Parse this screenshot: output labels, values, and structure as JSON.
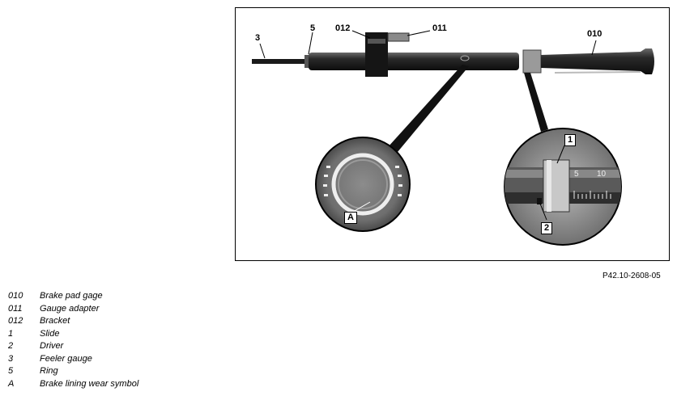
{
  "figure": {
    "callouts": {
      "feeler": "3",
      "ring": "5",
      "bracket": "012",
      "adapter": "011",
      "gage": "010",
      "slide": "1",
      "driver": "2",
      "symbol": "A"
    },
    "scale_marks": [
      "5",
      "10"
    ],
    "figure_id": "P42.10-2608-05"
  },
  "legend": [
    {
      "key": "010",
      "desc": "Brake pad gage"
    },
    {
      "key": "011",
      "desc": "Gauge adapter"
    },
    {
      "key": "012",
      "desc": "Bracket"
    },
    {
      "key": "1",
      "desc": "Slide"
    },
    {
      "key": "2",
      "desc": "Driver"
    },
    {
      "key": "3",
      "desc": "Feeler gauge"
    },
    {
      "key": "5",
      "desc": "Ring"
    },
    {
      "key": "A",
      "desc": "Brake lining wear symbol"
    }
  ]
}
